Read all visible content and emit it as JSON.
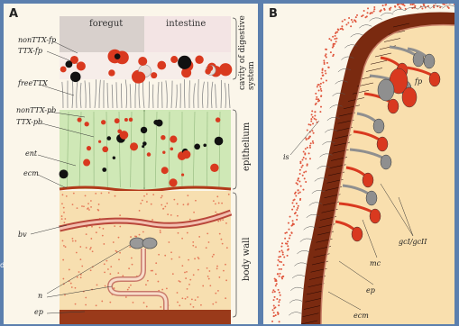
{
  "panel_a": {
    "label": "A",
    "headers": {
      "foregut": "foregut",
      "intestine": "intestine"
    },
    "left_labels": {
      "nonttx_fp": "nonTTX-fp",
      "ttx_fp": "TTX-fp",
      "freettx": "freeTTX",
      "nonttx_pb": "nonTTX-pb",
      "ttx_pb": "TTX-pb",
      "ent": "ent",
      "ecm": "ecm",
      "bv": "bv",
      "n": "n",
      "ep": "ep"
    },
    "right_labels": {
      "cavity": "cavity of digestive system",
      "epithelium": "epithelium",
      "body_wall": "body wall"
    }
  },
  "panel_b": {
    "label": "B",
    "labels": {
      "is": "is",
      "fp": "fp",
      "gcl_gcii": "gcI/gcII",
      "mc": "mc",
      "ep": "ep",
      "ecm": "ecm"
    }
  },
  "colors": {
    "red": "#d9391f",
    "gray": "#8f8f8f",
    "green": "#c8e6b0",
    "body": "#f7dfb0",
    "brown": "#8a2e12",
    "cavity": "#f4e9e4"
  }
}
